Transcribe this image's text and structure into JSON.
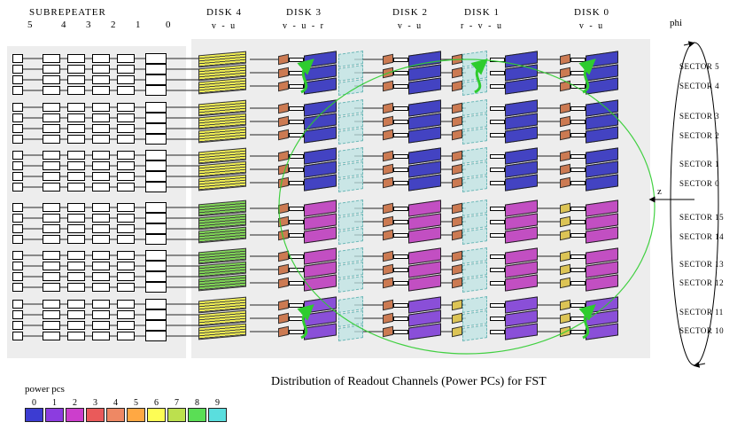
{
  "title": "Distribution of Readout Channels (Power PCs) for FST",
  "header": {
    "subrepeater_label": "SUBREPEATER",
    "subrepeater_indices": [
      "5",
      "4",
      "3",
      "2",
      "1",
      "0"
    ],
    "disks": [
      {
        "label": "DISK 4",
        "axes": "v - u"
      },
      {
        "label": "DISK 3",
        "axes": "v - u - r"
      },
      {
        "label": "DISK 2",
        "axes": "v - u"
      },
      {
        "label": "DISK 1",
        "axes": "r - v - u"
      },
      {
        "label": "DISK 0",
        "axes": "v - u"
      }
    ]
  },
  "axes": {
    "phi_label": "phi",
    "z_label": "z"
  },
  "sectors": [
    "SECTOR 5",
    "SECTOR 4",
    "SECTOR 3",
    "SECTOR 2",
    "SECTOR 1",
    "SECTOR 0",
    "SECTOR 15",
    "SECTOR 14",
    "SECTOR 13",
    "SECTOR 12",
    "SECTOR 11",
    "SECTOR 10"
  ],
  "legend": {
    "title": "power pcs",
    "items": [
      {
        "index": "0",
        "color": "#3c3cd2"
      },
      {
        "index": "1",
        "color": "#8c3ce0"
      },
      {
        "index": "2",
        "color": "#cc3ecc"
      },
      {
        "index": "3",
        "color": "#ea5a5a"
      },
      {
        "index": "4",
        "color": "#ee8864"
      },
      {
        "index": "5",
        "color": "#ffa843"
      },
      {
        "index": "6",
        "color": "#fdfd55"
      },
      {
        "index": "7",
        "color": "#bce04e"
      },
      {
        "index": "8",
        "color": "#5ade55"
      },
      {
        "index": "9",
        "color": "#5adede"
      }
    ]
  },
  "palette": {
    "blue": "#4343c2",
    "magenta": "#c24fc2",
    "purple": "#8a4fd8",
    "yellow": "#f0ee52",
    "green": "#7fd455",
    "salmon": "#cc7a52",
    "fin_yellow": "#dcc455",
    "ghost_fill": "#bfe4e4",
    "ghost_border": "#48a8a8",
    "arrow_green": "#2ecc2e",
    "stripe": "#444444",
    "panel": "#ededed",
    "wire": "#222222"
  },
  "grid": {
    "rows": [
      {
        "disk4": {
          "parts": [
            {
              "type": "striped",
              "color": "yellow"
            }
          ]
        },
        "disk3": {
          "parts": [
            {
              "type": "fin",
              "color": "salmon"
            },
            {
              "type": "solid",
              "color": "blue"
            },
            {
              "type": "ghost"
            }
          ],
          "arrow": true
        },
        "disk2": {
          "parts": [
            {
              "type": "fin",
              "color": "salmon"
            },
            {
              "type": "solid",
              "color": "blue"
            }
          ]
        },
        "disk1": {
          "parts": [
            {
              "type": "fin",
              "color": "salmon"
            },
            {
              "type": "ghost"
            },
            {
              "type": "solid",
              "color": "blue"
            }
          ],
          "arrow": true
        },
        "disk0": {
          "parts": [
            {
              "type": "fin",
              "color": "salmon"
            },
            {
              "type": "solid",
              "color": "blue"
            }
          ],
          "arrow": true
        }
      },
      {
        "disk4": {
          "parts": [
            {
              "type": "striped",
              "color": "yellow"
            }
          ]
        },
        "disk3": {
          "parts": [
            {
              "type": "fin",
              "color": "salmon"
            },
            {
              "type": "solid",
              "color": "blue"
            },
            {
              "type": "ghost"
            }
          ]
        },
        "disk2": {
          "parts": [
            {
              "type": "fin",
              "color": "salmon"
            },
            {
              "type": "solid",
              "color": "blue"
            }
          ]
        },
        "disk1": {
          "parts": [
            {
              "type": "fin",
              "color": "salmon"
            },
            {
              "type": "ghost"
            },
            {
              "type": "solid",
              "color": "blue"
            }
          ]
        },
        "disk0": {
          "parts": [
            {
              "type": "fin",
              "color": "salmon"
            },
            {
              "type": "solid",
              "color": "blue"
            }
          ]
        }
      },
      {
        "disk4": {
          "parts": [
            {
              "type": "striped",
              "color": "yellow"
            }
          ]
        },
        "disk3": {
          "parts": [
            {
              "type": "fin",
              "color": "salmon"
            },
            {
              "type": "solid",
              "color": "blue"
            },
            {
              "type": "ghost"
            }
          ]
        },
        "disk2": {
          "parts": [
            {
              "type": "fin",
              "color": "salmon"
            },
            {
              "type": "solid",
              "color": "blue"
            }
          ]
        },
        "disk1": {
          "parts": [
            {
              "type": "fin",
              "color": "salmon"
            },
            {
              "type": "ghost"
            },
            {
              "type": "solid",
              "color": "blue"
            }
          ]
        },
        "disk0": {
          "parts": [
            {
              "type": "fin",
              "color": "salmon"
            },
            {
              "type": "solid",
              "color": "blue"
            }
          ]
        }
      },
      {
        "disk4": {
          "parts": [
            {
              "type": "striped",
              "color": "green"
            }
          ]
        },
        "disk3": {
          "parts": [
            {
              "type": "fin",
              "color": "salmon"
            },
            {
              "type": "solid",
              "color": "magenta"
            },
            {
              "type": "ghost"
            }
          ]
        },
        "disk2": {
          "parts": [
            {
              "type": "fin",
              "color": "salmon"
            },
            {
              "type": "solid",
              "color": "magenta"
            }
          ]
        },
        "disk1": {
          "parts": [
            {
              "type": "fin",
              "color": "salmon"
            },
            {
              "type": "ghost"
            },
            {
              "type": "solid",
              "color": "magenta"
            }
          ]
        },
        "disk0": {
          "parts": [
            {
              "type": "fin",
              "color": "fin_yellow"
            },
            {
              "type": "solid",
              "color": "magenta"
            }
          ]
        }
      },
      {
        "disk4": {
          "parts": [
            {
              "type": "striped",
              "color": "green"
            }
          ]
        },
        "disk3": {
          "parts": [
            {
              "type": "fin",
              "color": "salmon"
            },
            {
              "type": "solid",
              "color": "magenta"
            },
            {
              "type": "ghost"
            }
          ]
        },
        "disk2": {
          "parts": [
            {
              "type": "fin",
              "color": "salmon"
            },
            {
              "type": "solid",
              "color": "magenta"
            }
          ]
        },
        "disk1": {
          "parts": [
            {
              "type": "fin",
              "color": "salmon"
            },
            {
              "type": "ghost"
            },
            {
              "type": "solid",
              "color": "magenta"
            }
          ]
        },
        "disk0": {
          "parts": [
            {
              "type": "fin",
              "color": "fin_yellow"
            },
            {
              "type": "solid",
              "color": "magenta"
            }
          ]
        }
      },
      {
        "disk4": {
          "parts": [
            {
              "type": "striped",
              "color": "yellow"
            }
          ]
        },
        "disk3": {
          "parts": [
            {
              "type": "fin",
              "color": "salmon"
            },
            {
              "type": "solid",
              "color": "purple"
            },
            {
              "type": "ghost"
            }
          ],
          "arrow": true
        },
        "disk2": {
          "parts": [
            {
              "type": "fin",
              "color": "salmon"
            },
            {
              "type": "solid",
              "color": "purple"
            }
          ]
        },
        "disk1": {
          "parts": [
            {
              "type": "fin",
              "color": "fin_yellow"
            },
            {
              "type": "ghost"
            },
            {
              "type": "solid",
              "color": "purple"
            }
          ]
        },
        "disk0": {
          "parts": [
            {
              "type": "fin",
              "color": "fin_yellow"
            },
            {
              "type": "solid",
              "color": "purple"
            }
          ],
          "arrow": true
        }
      }
    ]
  }
}
